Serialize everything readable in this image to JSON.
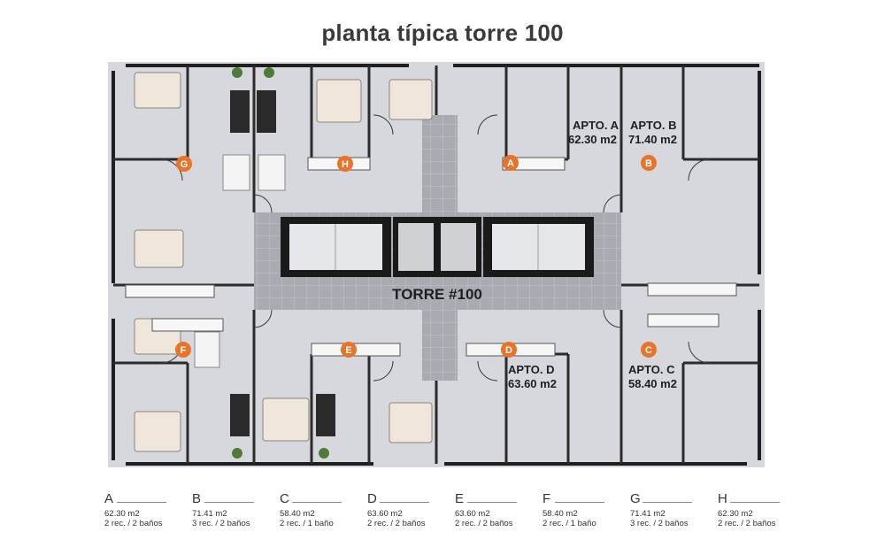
{
  "title": "planta típica torre 100",
  "tower_label": "TORRE #100",
  "apartments_on_plan": [
    {
      "name": "APTO. A",
      "area": "62.30 m2"
    },
    {
      "name": "APTO. B",
      "area": "71.40 m2"
    },
    {
      "name": "APTO. D",
      "area": "63.60 m2"
    },
    {
      "name": "APTO. C",
      "area": "58.40 m2"
    }
  ],
  "unit_markers": [
    "G",
    "H",
    "A",
    "B",
    "F",
    "E",
    "D",
    "C"
  ],
  "legend": [
    {
      "letter": "A",
      "area": "62.30 m2",
      "desc": "2 rec. / 2 baños"
    },
    {
      "letter": "B",
      "area": "71.41 m2",
      "desc": "3 rec. / 2 baños"
    },
    {
      "letter": "C",
      "area": "58.40 m2",
      "desc": "2 rec. / 1 baño"
    },
    {
      "letter": "D",
      "area": "63.60 m2",
      "desc": "2 rec. / 2 baños"
    },
    {
      "letter": "E",
      "area": "63.60 m2",
      "desc": "2 rec. / 2 baños"
    },
    {
      "letter": "F",
      "area": "58.40 m2",
      "desc": "2 rec. / 1 baño"
    },
    {
      "letter": "G",
      "area": "71.41 m2",
      "desc": "3 rec. / 2 baños"
    },
    {
      "letter": "H",
      "area": "62.30 m2",
      "desc": "2 rec. / 2 baños"
    }
  ],
  "colors": {
    "marker": "#e8742a",
    "wall": "#1f1f1f",
    "floor": "#d4d6db",
    "hall": "#a9acb2",
    "text": "#3a3a3a"
  }
}
